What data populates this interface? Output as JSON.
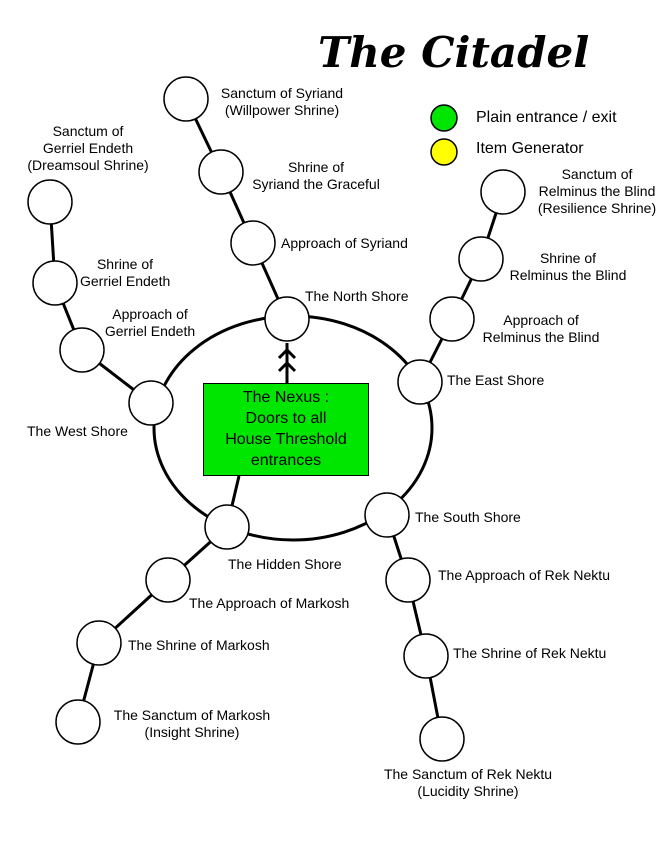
{
  "title": "The Citadel",
  "legend": [
    {
      "label": "Plain entrance / exit",
      "color": "#00e600"
    },
    {
      "label": "Item Generator",
      "color": "#ffff00"
    }
  ],
  "nexus": {
    "lines": [
      "The Nexus :",
      "Doors to all",
      "House Threshold",
      "entrances"
    ],
    "color": "#00e600"
  },
  "locations": {
    "north_shore": "The North Shore",
    "approach_syriand": "Approach of Syriand",
    "shrine_syriand": [
      "Shrine of",
      "Syriand the Graceful"
    ],
    "sanctum_syriand": [
      "Sanctum of Syriand",
      "(Willpower Shrine)"
    ],
    "east_shore": "The East Shore",
    "approach_relminus": [
      "Approach of",
      "Relminus the Blind"
    ],
    "shrine_relminus": [
      "Shrine of",
      "Relminus the Blind"
    ],
    "sanctum_relminus": [
      "Sanctum of",
      "Relminus the Blind",
      "(Resilience Shrine)"
    ],
    "west_shore": "The West Shore",
    "approach_gerriel": [
      "Approach of",
      "Gerriel Endeth"
    ],
    "shrine_gerriel": [
      "Shrine of",
      "Gerriel Endeth"
    ],
    "sanctum_gerriel": [
      "Sanctum of",
      "Gerriel Endeth",
      "(Dreamsoul Shrine)"
    ],
    "south_shore": "The South Shore",
    "approach_reknektu": "The Approach of Rek Nektu",
    "shrine_reknektu": "The Shrine of Rek Nektu",
    "sanctum_reknektu": [
      "The Sanctum of Rek Nektu",
      "(Lucidity Shrine)"
    ],
    "hidden_shore": "The Hidden Shore",
    "approach_markosh": "The Approach of Markosh",
    "shrine_markosh": "The Shrine of Markosh",
    "sanctum_markosh": [
      "The Sanctum of Markosh",
      "(Insight Shrine)"
    ]
  }
}
